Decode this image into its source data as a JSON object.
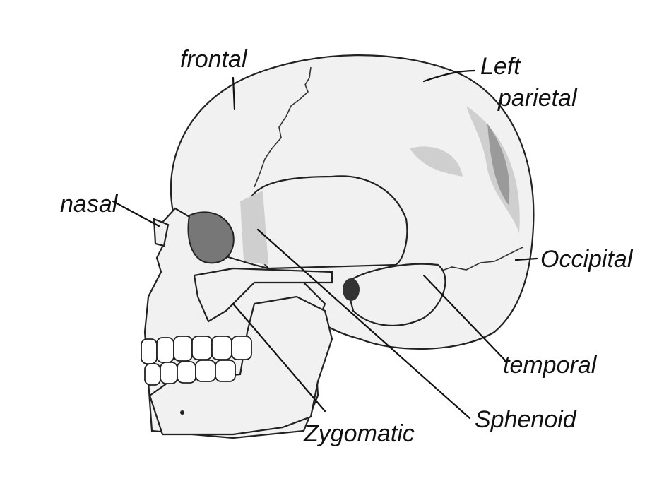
{
  "labels": {
    "frontal": "frontal",
    "left_parietal_line1": "Left",
    "left_parietal_line2": "parietal",
    "nasal": "nasal",
    "occipital": "Occipital",
    "temporal": "temporal",
    "sphenoid": "Sphenoid",
    "zygomatic": "Zygomatic"
  }
}
